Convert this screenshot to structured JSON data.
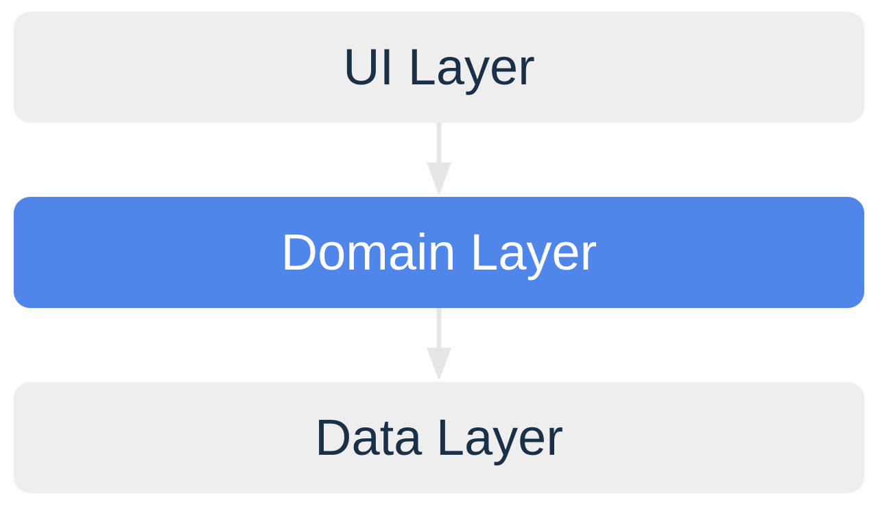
{
  "diagram": {
    "layers": [
      {
        "label": "UI Layer",
        "background": "#eeeeee",
        "text_color": "#1a3047"
      },
      {
        "label": "Domain Layer",
        "background": "#5085ea",
        "text_color": "#ffffff"
      },
      {
        "label": "Data Layer",
        "background": "#eeeeee",
        "text_color": "#1a3047"
      }
    ],
    "arrow_color": "#e6e6e6"
  }
}
